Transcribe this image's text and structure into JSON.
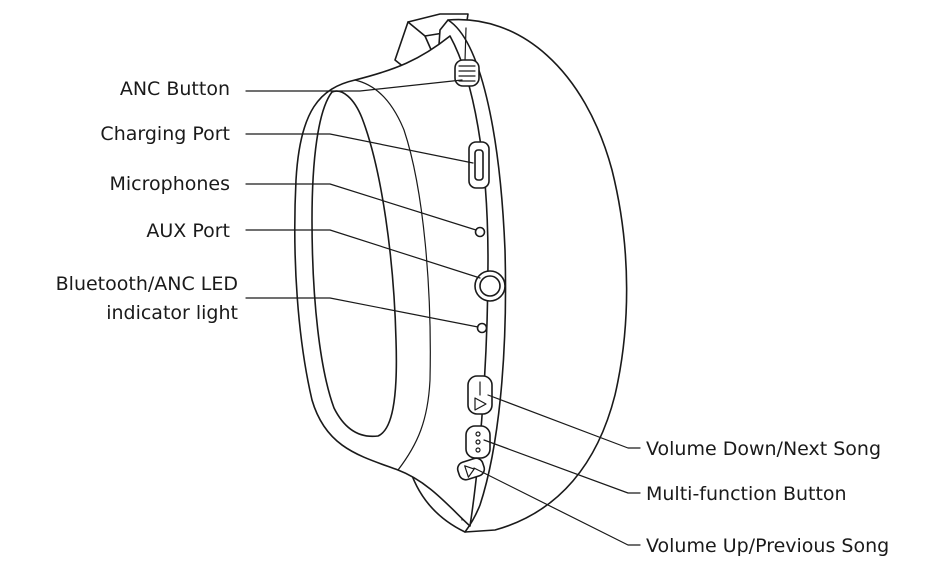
{
  "labels": {
    "anc_button": "ANC Button",
    "charging_port": "Charging Port",
    "microphones": "Microphones",
    "aux_port": "AUX Port",
    "led_line1": "Bluetooth/ANC LED",
    "led_line2": "indicator light",
    "volume_down": "Volume Down/Next Song",
    "multi_function": "Multi-function Button",
    "volume_up": "Volume Up/Previous Song"
  },
  "colors": {
    "line": "#1a1a1a",
    "background": "#ffffff"
  }
}
